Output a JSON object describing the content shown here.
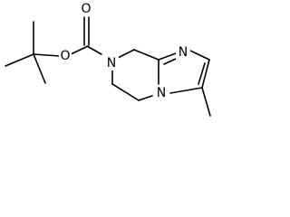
{
  "molecule": {
    "atoms": {
      "O_ether": "O",
      "O_carbonyl": "O",
      "N_carbamate": "N",
      "N_imidazole": "N",
      "N_bridge": "N"
    }
  },
  "colors": {
    "bond": "#000000",
    "label": "#000000",
    "background": "#ffffff"
  }
}
